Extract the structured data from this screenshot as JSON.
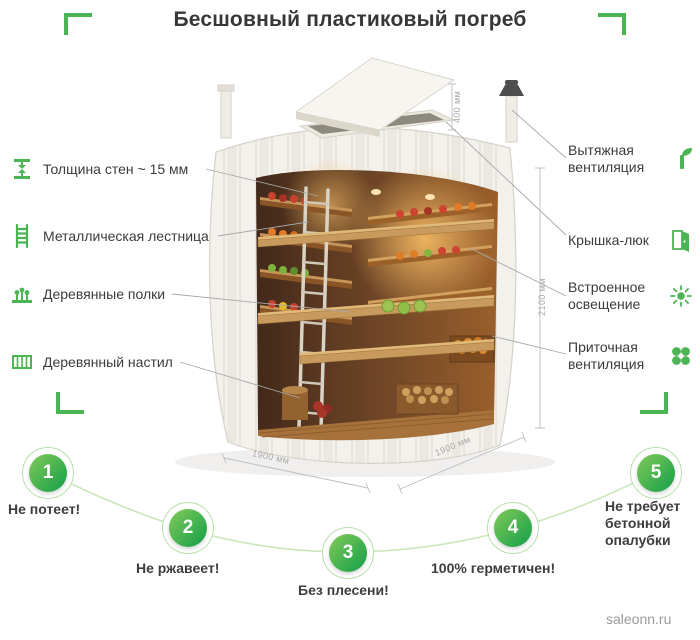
{
  "title": "Бесшовный пластиковый погреб",
  "watermark": "saleonn.ru",
  "colors": {
    "accent_green": "#4bb453",
    "badge_gradient_start": "#82cb58",
    "badge_gradient_end": "#129e49",
    "text_dark": "#3c3c3c",
    "dimension_gray": "#a9a9a9"
  },
  "left_features": [
    {
      "label": "Толщина стен ~ 15 мм",
      "icon": "wall-thickness-icon"
    },
    {
      "label": "Металлическая лестница",
      "icon": "ladder-icon"
    },
    {
      "label": "Деревянные полки",
      "icon": "wooden-shelves-icon"
    },
    {
      "label": "Деревянный настил",
      "icon": "wooden-floor-icon"
    }
  ],
  "right_features": [
    {
      "label": "Вытяжная вентиляция",
      "icon": "exhaust-ventilation-icon"
    },
    {
      "label": "Крышка-люк",
      "icon": "hatch-lid-icon"
    },
    {
      "label": "Встроенное освещение",
      "icon": "built-in-light-icon"
    },
    {
      "label": "Приточная вентиляция",
      "icon": "supply-ventilation-icon"
    }
  ],
  "dimensions": {
    "lid": "400 мм",
    "height": "2100 мм",
    "width": "1900 мм",
    "depth": "1900 мм"
  },
  "benefits": [
    {
      "number": "1",
      "label": "Не потеет!"
    },
    {
      "number": "2",
      "label": "Не ржавеет!"
    },
    {
      "number": "3",
      "label": "Без плесени!"
    },
    {
      "number": "4",
      "label": "100% герметичен!"
    },
    {
      "number": "5",
      "label": "Не требует бетонной опалубки"
    }
  ]
}
